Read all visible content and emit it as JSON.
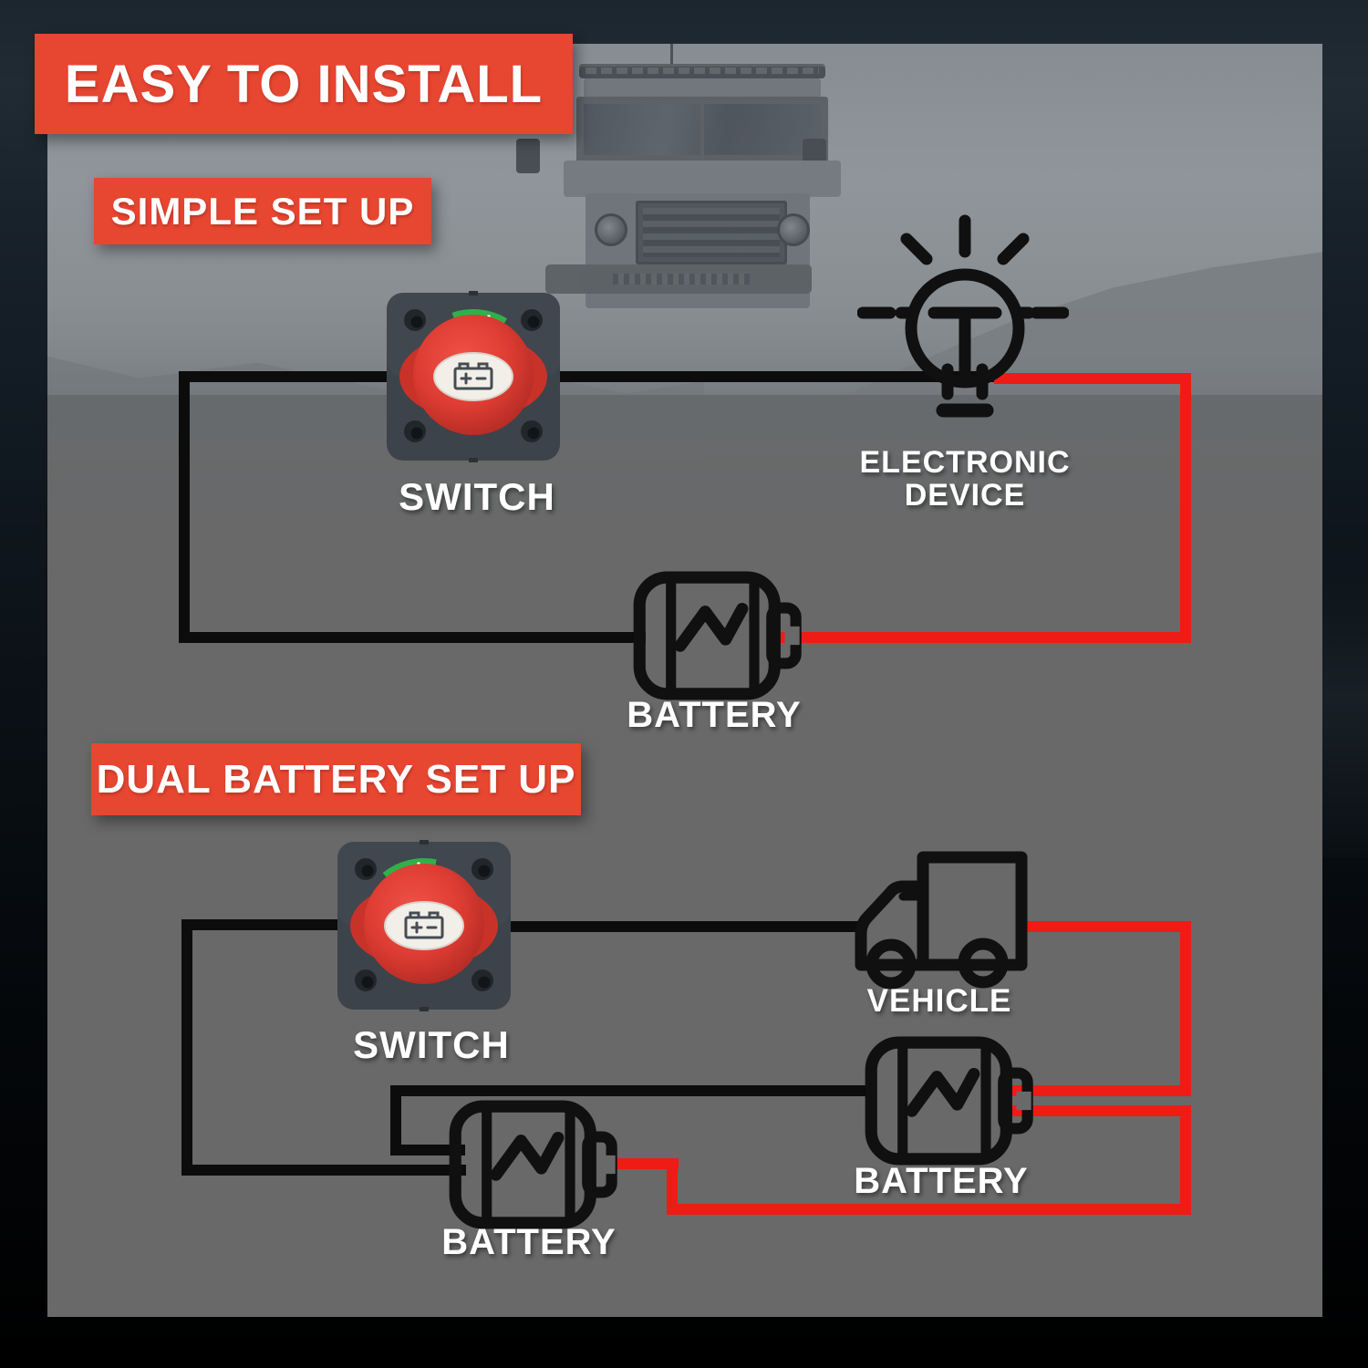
{
  "banner": {
    "title": "EASY TO INSTALL"
  },
  "colors": {
    "accent_red": "#e74631",
    "wire_red": "#ee1c15",
    "wire_black": "#0c0c0c",
    "icon_black": "#101010",
    "panel_gray": "#696969",
    "on_green": "#2fb14a",
    "knob_red": "#df3d33",
    "label_white": "#ffffff"
  },
  "simple_setup": {
    "heading": "SIMPLE SET UP",
    "switch": {
      "label": "SWITCH",
      "on_indicator": "ON",
      "icon": "rotary-battery-switch-icon"
    },
    "electronic_device": {
      "line1": "ELECTRONIC",
      "line2": "DEVICE",
      "icon": "light-bulb-icon"
    },
    "battery": {
      "label": "BATTERY",
      "icon": "car-battery-icon"
    }
  },
  "dual_setup": {
    "heading": "DUAL BATTERY SET UP",
    "switch": {
      "label": "SWITCH",
      "on_indicator": "ON",
      "icon": "rotary-battery-switch-icon"
    },
    "vehicle": {
      "label": "VEHICLE",
      "icon": "truck-icon"
    },
    "battery_right": {
      "label": "BATTERY",
      "icon": "car-battery-icon"
    },
    "battery_left": {
      "label": "BATTERY",
      "icon": "car-battery-icon"
    }
  }
}
